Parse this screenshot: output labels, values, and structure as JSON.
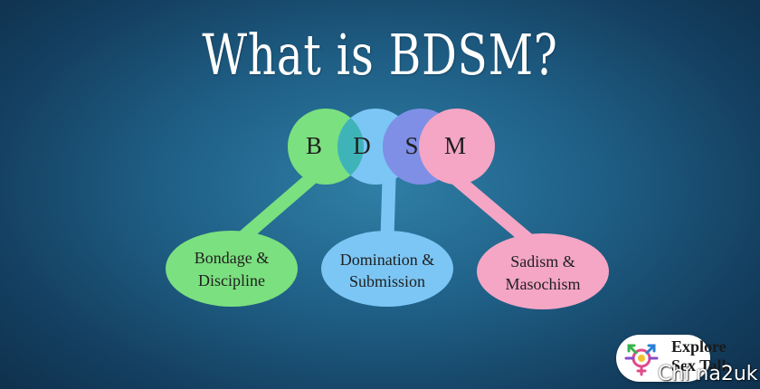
{
  "title": "What is BDSM?",
  "venn": [
    {
      "letter": "B",
      "color": "#7be07f"
    },
    {
      "letter": "D",
      "color": "#7cc6f5"
    },
    {
      "letter": "S",
      "color": "#7f8fe6"
    },
    {
      "letter": "M",
      "color": "#f4a6c4"
    }
  ],
  "overlap_colors": {
    "bd": "#3fb4b8",
    "ds": "#7f8fe6"
  },
  "branches": [
    {
      "line1": "Bondage &",
      "line2": "Discipline",
      "color": "#7be07f"
    },
    {
      "line1": "Domination &",
      "line2": "Submission",
      "color": "#7cc6f5"
    },
    {
      "line1": "Sadism &",
      "line2": "Masochism",
      "color": "#f4a6c4"
    }
  ],
  "logo": {
    "line1": "Explore",
    "line2": "Sex Talk",
    "icon": "gender-symbols-icon"
  },
  "watermark": "Chi na2uk"
}
